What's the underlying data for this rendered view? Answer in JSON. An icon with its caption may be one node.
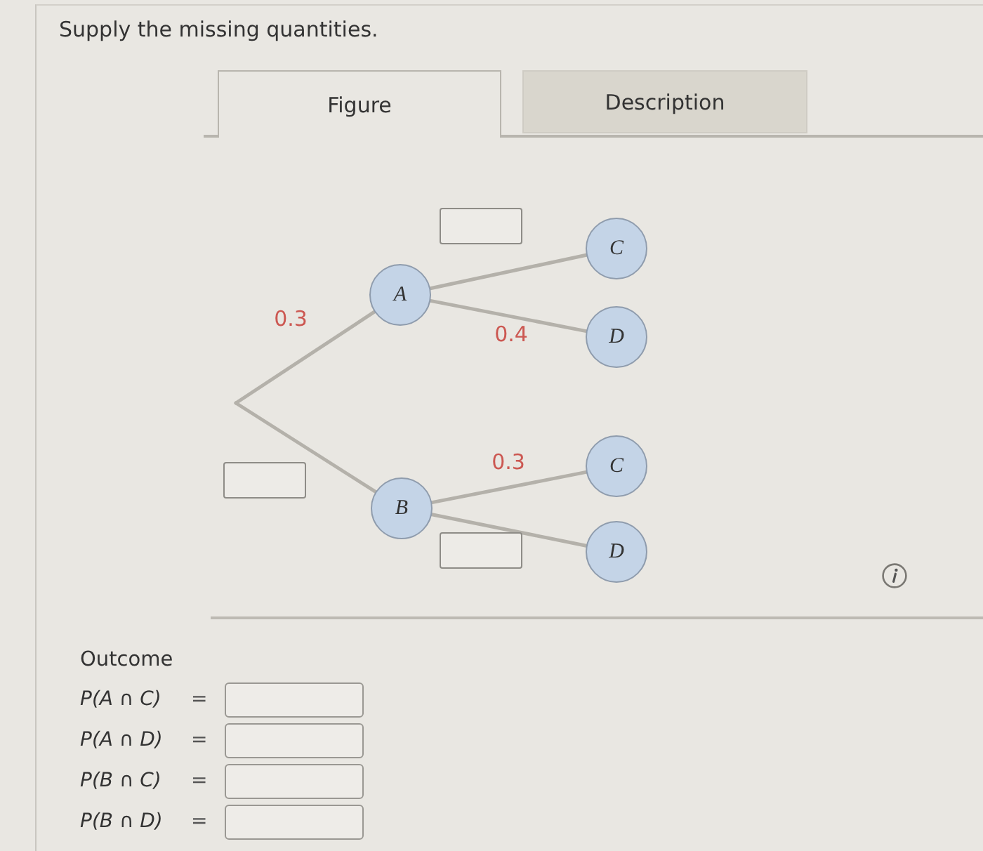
{
  "diagram": {
    "title": "Supply the missing quantities.",
    "nodes": [
      {
        "text": [
          "A"
        ]
      },
      {
        "text": [
          "C"
        ]
      },
      {
        "text": [
          "D"
        ]
      },
      {
        "text": [
          "B"
        ]
      },
      {
        "text": [
          "C"
        ]
      },
      {
        "text": [
          "D"
        ]
      }
    ],
    "edges": [
      {
        "from": null,
        "to": 0,
        "arrow": "none",
        "label": "0.3"
      },
      {
        "from": null,
        "to": 3,
        "arrow": "none"
      },
      {
        "from": 0,
        "to": 1,
        "arrow": "none"
      },
      {
        "from": 0,
        "to": 2,
        "arrow": "none",
        "label": "0.4"
      },
      {
        "from": 3,
        "to": 4,
        "arrow": "none",
        "label": "0.3"
      },
      {
        "from": 3,
        "to": 5,
        "arrow": "none"
      }
    ],
    "labels": [
      "Figure",
      "Description",
      "Outcome",
      "P(A ∩ C)",
      "=",
      "P(A ∩ D)",
      "=",
      "P(B ∩ C)",
      "=",
      "P(B ∩ D)",
      "="
    ]
  }
}
